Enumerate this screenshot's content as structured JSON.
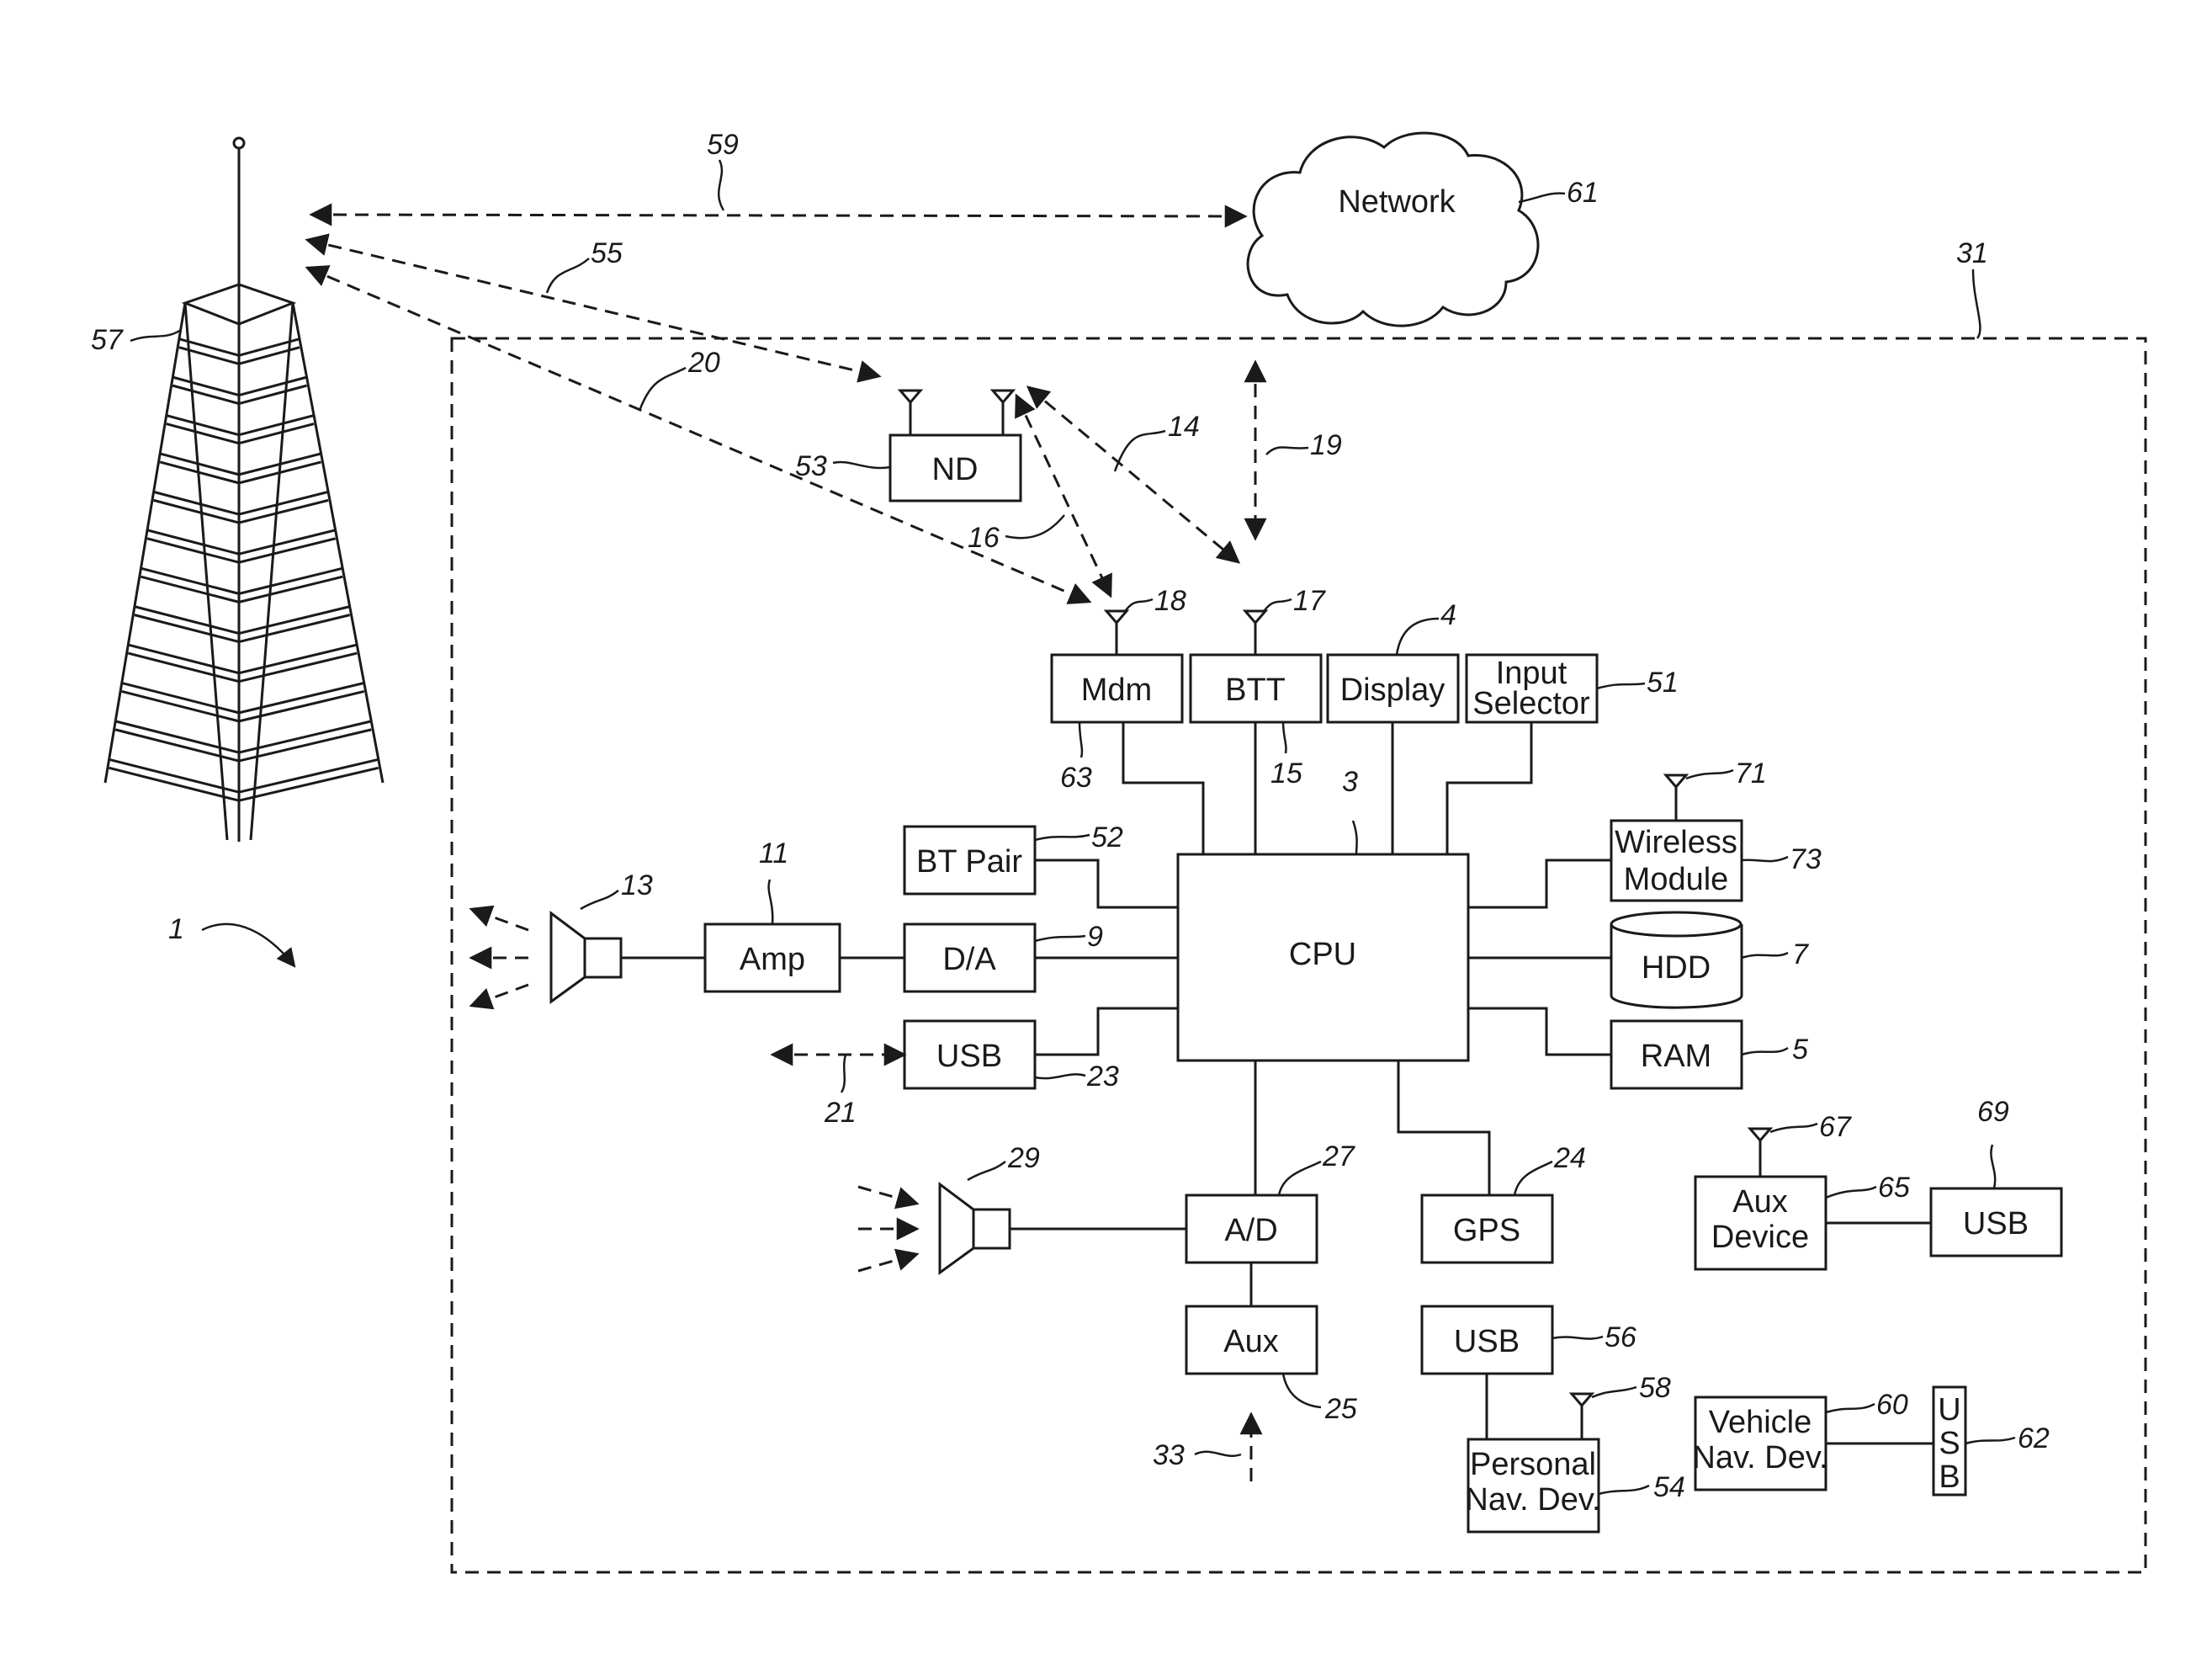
{
  "blocks": {
    "network": "Network",
    "nd": "ND",
    "mdm": "Mdm",
    "btt": "BTT",
    "display": "Display",
    "input_selector_line1": "Input",
    "input_selector_line2": "Selector",
    "bt_pair": "BT Pair",
    "wireless_line1": "Wireless",
    "wireless_line2": "Module",
    "amp": "Amp",
    "da": "D/A",
    "cpu": "CPU",
    "hdd": "HDD",
    "usb_23": "USB",
    "ram": "RAM",
    "ad": "A/D",
    "gps": "GPS",
    "aux_device_line1": "Aux",
    "aux_device_line2": "Device",
    "usb_69": "USB",
    "aux": "Aux",
    "usb_56": "USB",
    "personal_nav_line1": "Personal",
    "personal_nav_line2": "Nav. Dev.",
    "vehicle_nav_line1": "Vehicle",
    "vehicle_nav_line2": "Nav. Dev.",
    "usb_62_u": "U",
    "usb_62_s": "S",
    "usb_62_b": "B"
  },
  "refs": {
    "r1": "1",
    "r3": "3",
    "r4": "4",
    "r5": "5",
    "r7": "7",
    "r9": "9",
    "r11": "11",
    "r13": "13",
    "r14": "14",
    "r15": "15",
    "r16": "16",
    "r17": "17",
    "r18": "18",
    "r19": "19",
    "r20": "20",
    "r21": "21",
    "r23": "23",
    "r24": "24",
    "r25": "25",
    "r27": "27",
    "r29": "29",
    "r31": "31",
    "r33": "33",
    "r51": "51",
    "r52": "52",
    "r53": "53",
    "r54": "54",
    "r55": "55",
    "r56": "56",
    "r57": "57",
    "r58": "58",
    "r59": "59",
    "r60": "60",
    "r61": "61",
    "r62": "62",
    "r63": "63",
    "r65": "65",
    "r67": "67",
    "r69": "69",
    "r71": "71",
    "r73": "73"
  },
  "colors": {
    "ink": "#1a1a1a",
    "background": "#ffffff"
  }
}
